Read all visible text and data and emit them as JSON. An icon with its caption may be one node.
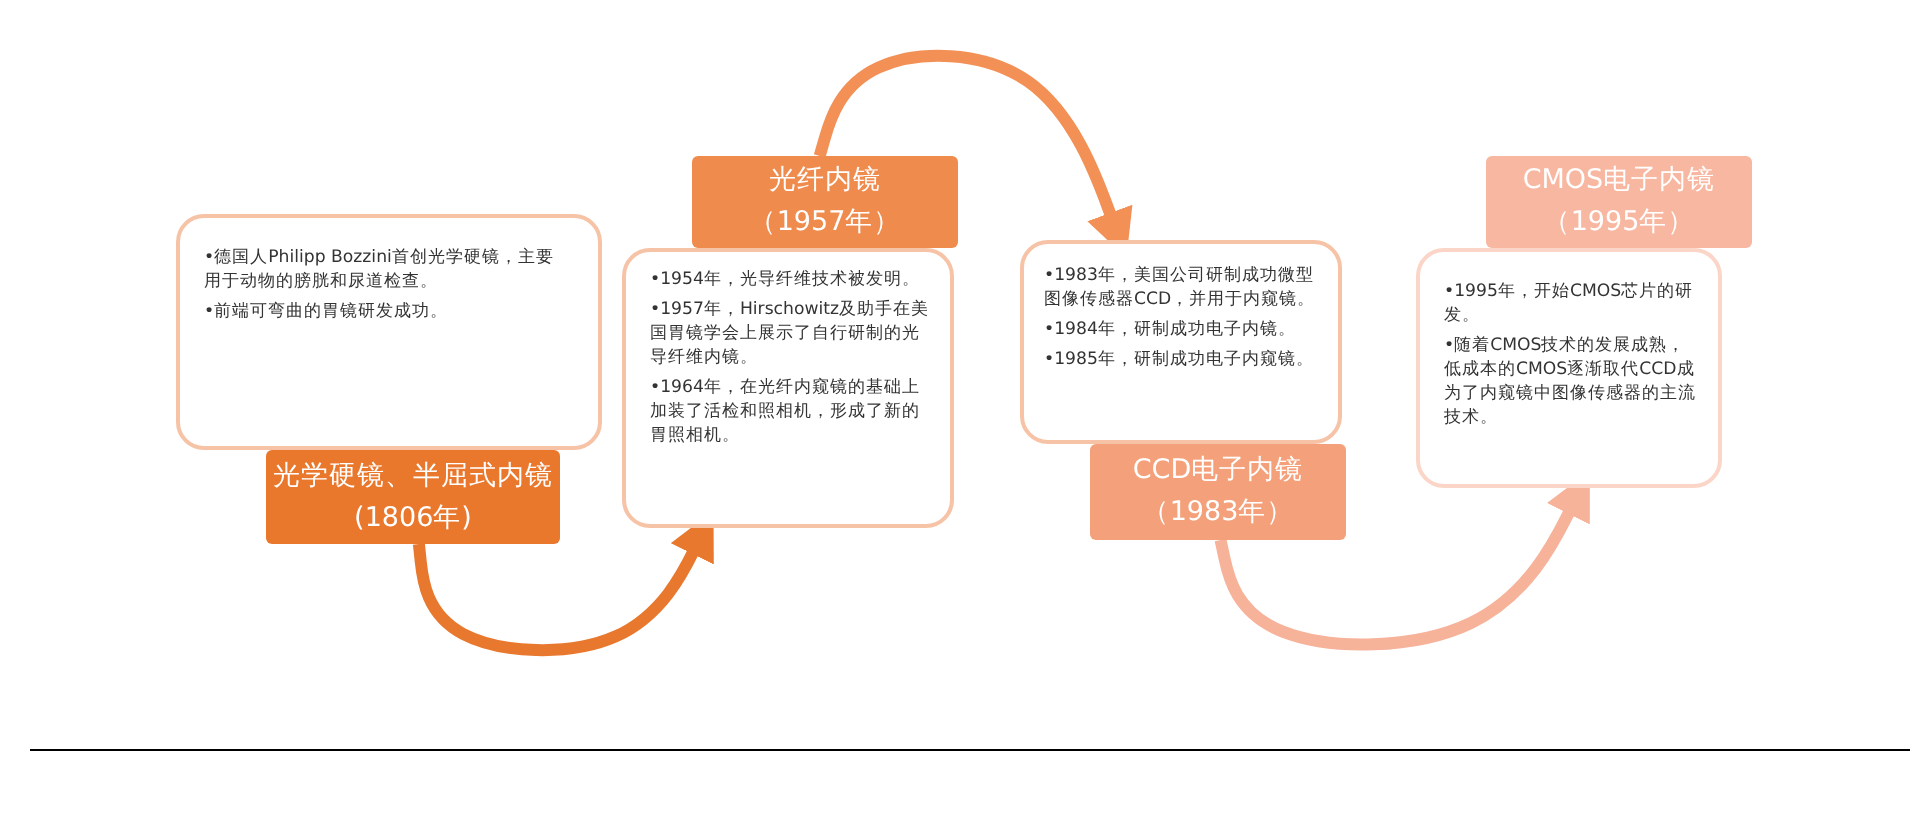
{
  "diagram": {
    "nodes": [
      {
        "text": [
          "•德国人Philipp Bozzini首创光学硬镜，主要用于动物的膀胱和尿道检查。",
          "•前端可弯曲的胃镜研发成功。"
        ]
      },
      {
        "text": [
          "光学硬镜、半屈式内镜",
          "(1806年)"
        ]
      },
      {
        "text": [
          "光纤内镜",
          "（1957年）"
        ]
      },
      {
        "text": [
          "•1954年，光导纤维技术被发明。",
          "•1957年，Hirschowitz及助手在美国胃镜学会上展示了自行研制的光导纤维内镜。",
          "•1964年，在光纤内窥镜的基础上加装了活检和照相机，形成了新的胃照相机。"
        ]
      },
      {
        "text": [
          "•1983年，美国公司研制成功微型图像传感器CCD，并用于内窥镜。",
          "•1984年，研制成功电子内镜。",
          "•1985年，研制成功电子内窥镜。"
        ]
      },
      {
        "text": [
          "CCD电子内镜",
          "（1983年）"
        ]
      },
      {
        "text": [
          "CMOS电子内镜",
          "（1995年）"
        ]
      },
      {
        "text": [
          "•1995年，开始CMOS芯片的研发。",
          "•随着CMOS技术的发展成熟，低成本的CMOS逐渐取代CCD成为了内窥镜中图像传感器的主流技术。"
        ]
      }
    ],
    "edges": [
      {
        "from": 1,
        "to": 3,
        "arrow": "to",
        "color": "#e8782e"
      },
      {
        "from": 2,
        "to": 4,
        "arrow": "to",
        "color": "#f29056"
      },
      {
        "from": 5,
        "to": 7,
        "arrow": "to",
        "color": "#f7b29a"
      }
    ]
  }
}
